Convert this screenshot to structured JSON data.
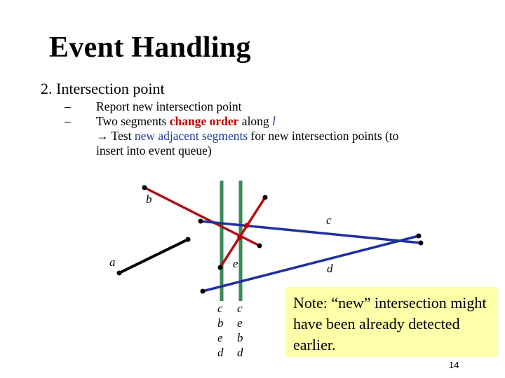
{
  "slide": {
    "title": "Event Handling",
    "section": "2. Intersection point",
    "bullet_dash": "–",
    "bullet1": "Report new intersection point",
    "bullet2": {
      "t1": "Two segments ",
      "t2": "change order",
      "t3": " along ",
      "t4": "l",
      "line2_arrow": "→ Test ",
      "line2_new": "new adjacent segments",
      "line2_rest": " for new intersection points (to",
      "line3": "insert into event queue)"
    },
    "note": "Note: “new” intersection might have been already detected earlier.",
    "page_number": "14"
  },
  "diagram": {
    "labels": {
      "a": "a",
      "b": "b",
      "c": "c",
      "d": "d",
      "e": "e"
    },
    "order_left": [
      "c",
      "b",
      "e",
      "d"
    ],
    "order_right": [
      "c",
      "e",
      "b",
      "d"
    ],
    "colors": {
      "segment_a": "#000000",
      "segment_b": "#b01010",
      "segment_e": "#b01010",
      "segment_c": "#1f2fa0",
      "segment_d": "#1f2fa0",
      "sweep_line": "#3a8a5a",
      "intersection": "#c00000",
      "endpoint": "#000000",
      "note_bg": "#ffffaa"
    }
  }
}
